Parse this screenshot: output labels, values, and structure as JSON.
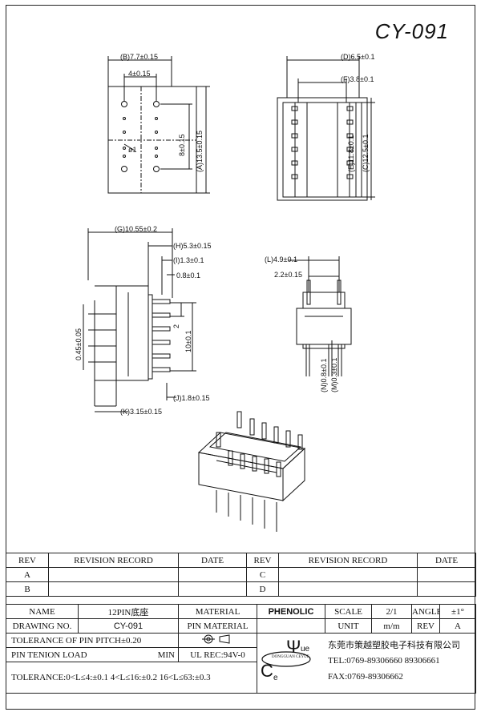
{
  "drawing_title": "CY-091",
  "dims": {
    "b": "(B)7.7±0.15",
    "pitch4": "4±0.15",
    "phi1": "ø1",
    "dim8": "8±0.15",
    "a": "(A)13.5±0.15",
    "d": "(D)6.5±0.1",
    "f": "(F)3.8±0.1",
    "e": "(E)11.8±0.1",
    "c": "(C)12.5±0.1",
    "g": "(G)10.55±0.2",
    "h": "(H)5.3±0.15",
    "i": "(I)1.3±0.1",
    "dim08": "0.8±0.1",
    "dim2": "2",
    "dim10": "10±0.1",
    "dim045": "0.45±0.05",
    "j": "(J)1.8±0.15",
    "k": "(K)3.15±0.15",
    "l": "(L)4.9±0.1",
    "dim22": "2.2±0.15",
    "n": "(N)0.8±0.1",
    "m": "(M)0.3±0.1"
  },
  "revision": {
    "col_rev": "REV",
    "col_record": "REVISION RECORD",
    "col_date": "DATE",
    "rows_left": [
      "A",
      "B"
    ],
    "rows_right": [
      "C",
      "D"
    ]
  },
  "titleblock": {
    "name_label": "NAME",
    "name_value": "12PIN底座",
    "material_label": "MATERIAL",
    "material_value": "PHENOLIC",
    "scale_label": "SCALE",
    "scale_value": "2/1",
    "angle_label": "ANGLE",
    "angle_value": "±1°",
    "drawing_no_label": "DRAWING NO.",
    "drawing_no_value": "CY-091",
    "pin_material_label": "PIN MATERIAL",
    "unit_label": "UNIT",
    "unit_value": "m/m",
    "rev_label": "REV",
    "rev_value": "A",
    "tolerance_pitch": "TOLERANCE OF PIN PITCH±0.20",
    "pin_tension": "PIN TENION LOAD",
    "min_label": "MIN",
    "ul_rec": "UL REC:94V-0",
    "tolerance_general": "TOLERANCE:0<L≤4:±0.1  4<L≤16:±0.2  16<L≤63:±0.3",
    "company": "东莞市策越塑胶电子科技有限公司",
    "tel": "TEL:0769-89306660 89306661",
    "fax": "FAX:0769-89306662",
    "logo_ring_text": "DONGGUAN  CEYUE"
  }
}
